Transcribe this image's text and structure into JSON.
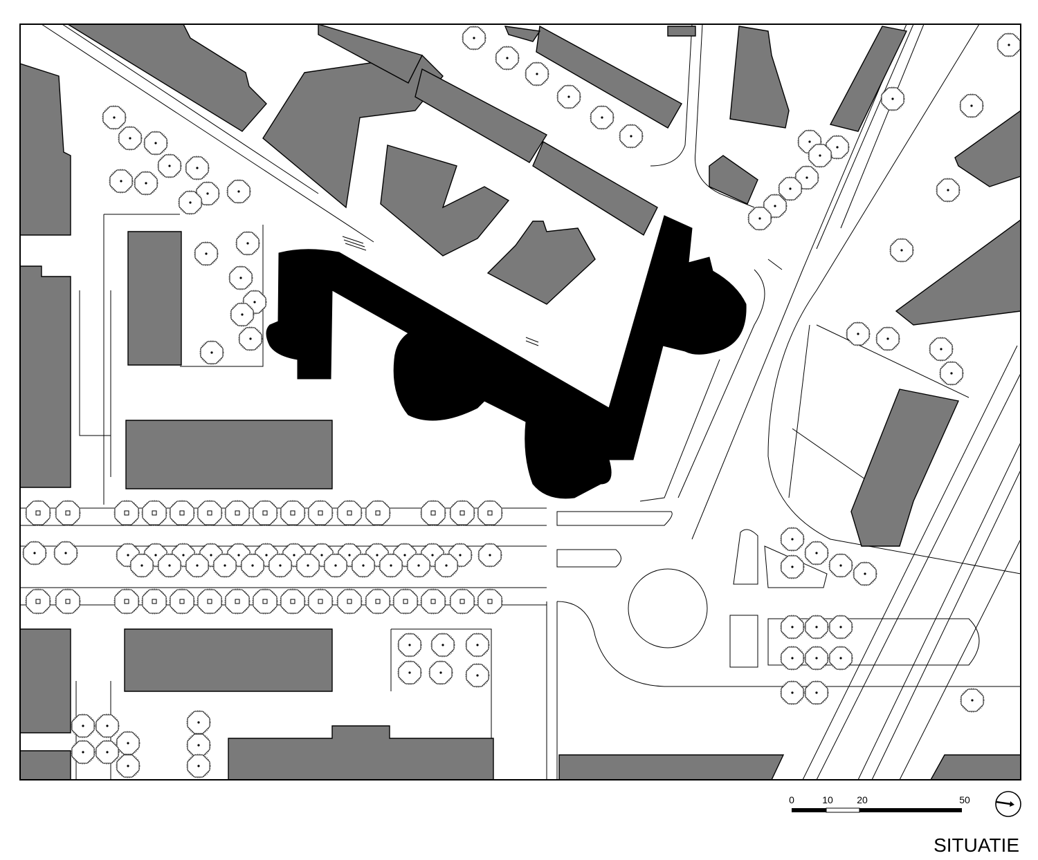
{
  "title": "SITUATIE",
  "scale_bar": {
    "ticks": [
      "0",
      "10",
      "20",
      "50"
    ],
    "values": [
      0,
      10,
      20,
      50
    ]
  },
  "north_arrow": {
    "icon": "north-arrow-icon"
  },
  "colors": {
    "frame": "#000000",
    "existing_buildings": "#7a7a7a",
    "project_building": "#000000",
    "street_lines": "#000000",
    "tree_hatch": "#555555",
    "background": "#ffffff"
  },
  "legend": {
    "existing_buildings": "grey fill",
    "new_building": "black fill",
    "trees": "octagon symbols with hatching"
  }
}
